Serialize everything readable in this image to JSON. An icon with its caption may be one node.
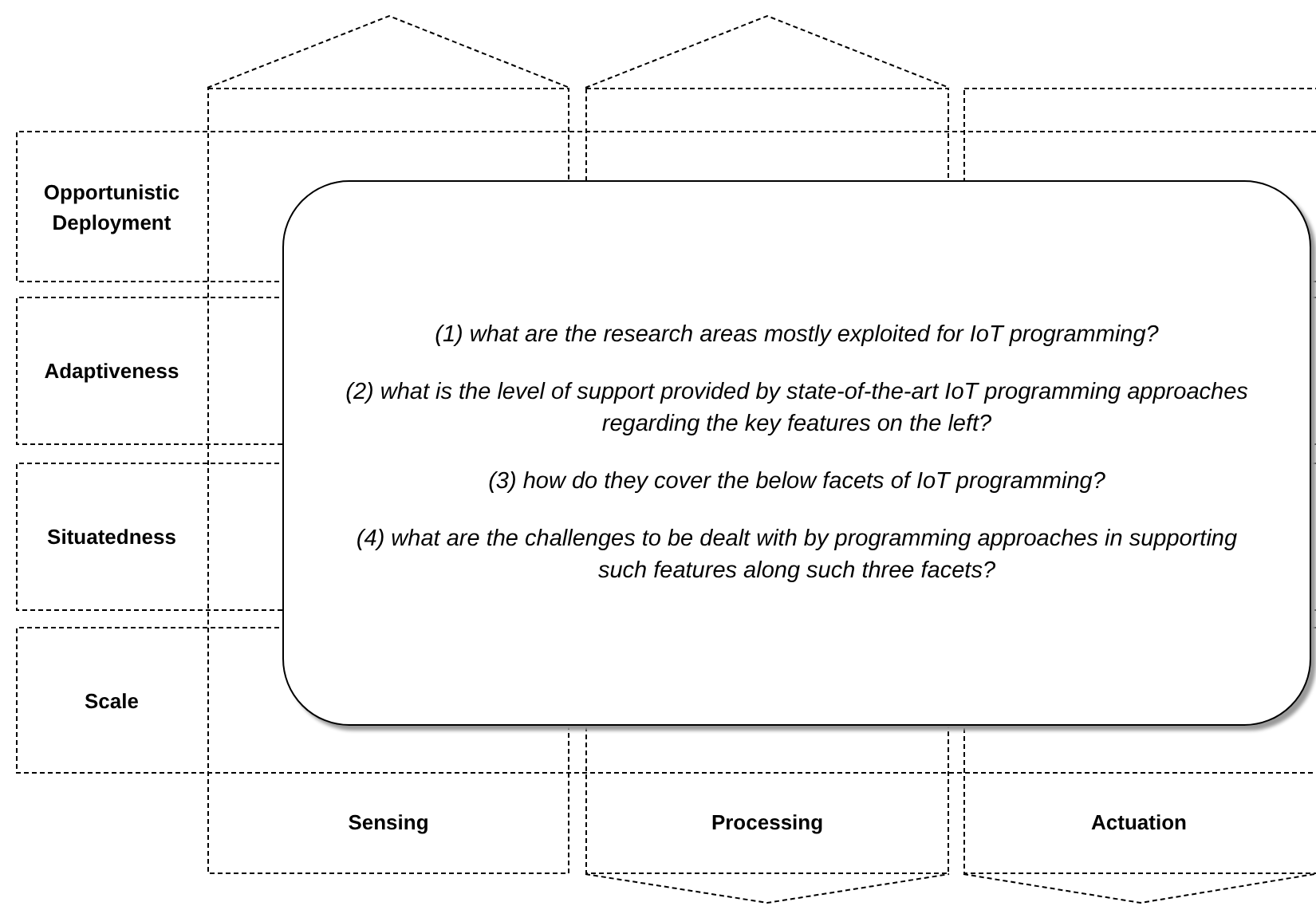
{
  "diagram": {
    "nodes": [
      {
        "text": [
          "Opportunistic Deployment"
        ]
      },
      {
        "text": [
          "Adaptiveness"
        ]
      },
      {
        "text": [
          "Situatedness"
        ]
      },
      {
        "text": [
          "Scale"
        ]
      },
      {
        "text": [
          "Sensing"
        ]
      },
      {
        "text": [
          "Processing"
        ]
      },
      {
        "text": [
          "Actuation"
        ]
      },
      {
        "text": [
          "(1) what are the research areas mostly exploited for IoT programming?",
          "(2) what is the level of support provided by state-of-the-art IoT programming approaches regarding the key features on the left?",
          "(3) how do they cover the below facets of IoT programming?",
          "(4) what are the challenges to be dealt with by programming approaches in supporting such features along such three facets?"
        ]
      }
    ]
  }
}
